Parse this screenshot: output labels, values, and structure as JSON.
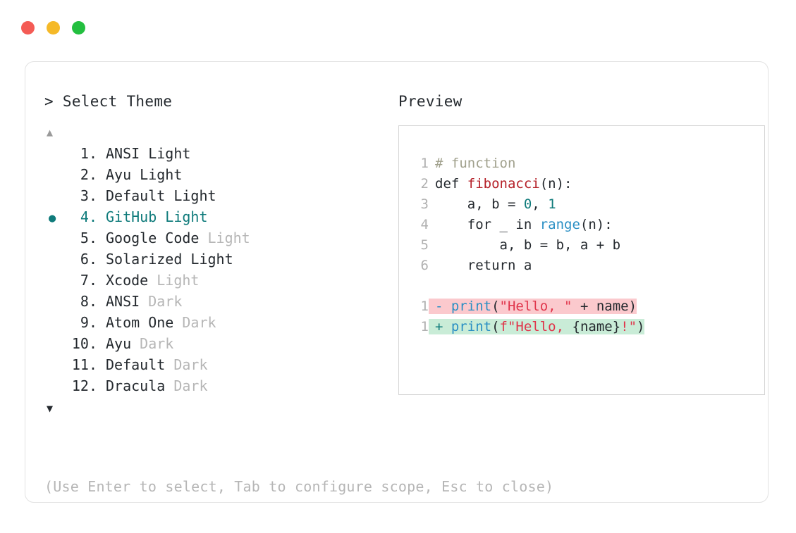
{
  "window": {
    "dots": [
      {
        "name": "close",
        "color": "#f45b55"
      },
      {
        "name": "minimize",
        "color": "#f5b928"
      },
      {
        "name": "maximize",
        "color": "#23bf3f"
      }
    ]
  },
  "headers": {
    "theme_label": "> Select Theme",
    "preview_label": "Preview"
  },
  "scroll": {
    "up_arrow": "▲",
    "down_arrow": "▼"
  },
  "theme_list": {
    "selected_index": 4,
    "bullet": "●",
    "accent_color": "#0f7b7b",
    "items": [
      {
        "number": "1.",
        "name": "ANSI",
        "variant": " Light",
        "variant_dim": false,
        "selected": false
      },
      {
        "number": "2.",
        "name": "Ayu",
        "variant": " Light",
        "variant_dim": false,
        "selected": false
      },
      {
        "number": "3.",
        "name": "Default",
        "variant": " Light",
        "variant_dim": false,
        "selected": false
      },
      {
        "number": "4.",
        "name": "GitHub",
        "variant": " Light",
        "variant_dim": false,
        "selected": true
      },
      {
        "number": "5.",
        "name": "Google Code",
        "variant": " Light",
        "variant_dim": true,
        "selected": false
      },
      {
        "number": "6.",
        "name": "Solarized",
        "variant": " Light",
        "variant_dim": false,
        "selected": false
      },
      {
        "number": "7.",
        "name": "Xcode",
        "variant": " Light",
        "variant_dim": true,
        "selected": false
      },
      {
        "number": "8.",
        "name": "ANSI",
        "variant": " Dark",
        "variant_dim": true,
        "selected": false
      },
      {
        "number": "9.",
        "name": "Atom One",
        "variant": " Dark",
        "variant_dim": true,
        "selected": false
      },
      {
        "number": "10.",
        "name": "Ayu",
        "variant": " Dark",
        "variant_dim": true,
        "selected": false
      },
      {
        "number": "11.",
        "name": "Default",
        "variant": " Dark",
        "variant_dim": true,
        "selected": false
      },
      {
        "number": "12.",
        "name": "Dracula",
        "variant": " Dark",
        "variant_dim": true,
        "selected": false
      }
    ]
  },
  "preview": {
    "lines": [
      {
        "gutter": "1",
        "highlight": "none",
        "tokens": [
          {
            "t": "# function",
            "c": "comment"
          }
        ]
      },
      {
        "gutter": "2",
        "highlight": "none",
        "tokens": [
          {
            "t": "def ",
            "c": "plain"
          },
          {
            "t": "fibonacci",
            "c": "func"
          },
          {
            "t": "(n):",
            "c": "plain"
          }
        ]
      },
      {
        "gutter": "3",
        "highlight": "none",
        "tokens": [
          {
            "t": "    a, b = ",
            "c": "plain"
          },
          {
            "t": "0",
            "c": "num"
          },
          {
            "t": ", ",
            "c": "plain"
          },
          {
            "t": "1",
            "c": "num"
          }
        ]
      },
      {
        "gutter": "4",
        "highlight": "none",
        "tokens": [
          {
            "t": "    for _ in ",
            "c": "plain"
          },
          {
            "t": "range",
            "c": "builtin"
          },
          {
            "t": "(n):",
            "c": "plain"
          }
        ]
      },
      {
        "gutter": "5",
        "highlight": "none",
        "tokens": [
          {
            "t": "        a, b = b, a + b",
            "c": "plain"
          }
        ]
      },
      {
        "gutter": "6",
        "highlight": "none",
        "tokens": [
          {
            "t": "    return a",
            "c": "plain"
          }
        ]
      },
      {
        "gutter": "",
        "highlight": "none",
        "blank": true,
        "tokens": []
      },
      {
        "gutter": "1",
        "highlight": "del",
        "tokens": [
          {
            "t": "- ",
            "c": "sign-del"
          },
          {
            "t": "print",
            "c": "builtin"
          },
          {
            "t": "(",
            "c": "plain"
          },
          {
            "t": "\"Hello, \"",
            "c": "string"
          },
          {
            "t": " + name)",
            "c": "plain"
          }
        ]
      },
      {
        "gutter": "1",
        "highlight": "add",
        "tokens": [
          {
            "t": "+ ",
            "c": "sign-add"
          },
          {
            "t": "print",
            "c": "builtin"
          },
          {
            "t": "(",
            "c": "plain"
          },
          {
            "t": "f\"Hello, ",
            "c": "string"
          },
          {
            "t": "{name}",
            "c": "plain"
          },
          {
            "t": "!\"",
            "c": "string"
          },
          {
            "t": ")",
            "c": "plain"
          }
        ]
      }
    ]
  },
  "footer": {
    "hint": "(Use Enter to select, Tab to configure scope, Esc to close)"
  }
}
